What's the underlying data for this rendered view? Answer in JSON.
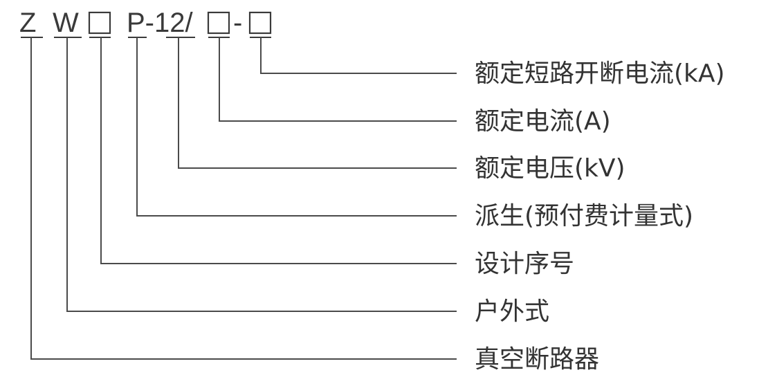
{
  "model_code": {
    "z": "Z",
    "w": "W",
    "p12": "P-12/",
    "dash": "-"
  },
  "labels": {
    "rated_short_circuit_breaking_current": "额定短路开断电流(kA)",
    "rated_current": "额定电流(A)",
    "rated_voltage": "额定电压(kV)",
    "derivative": "派生(预付费计量式)",
    "design_serial_number": "设计序号",
    "outdoor_type": "户外式",
    "vacuum_circuit_breaker": "真空断路器"
  },
  "colors": {
    "text": "#333333",
    "line": "#4a4a4a"
  }
}
